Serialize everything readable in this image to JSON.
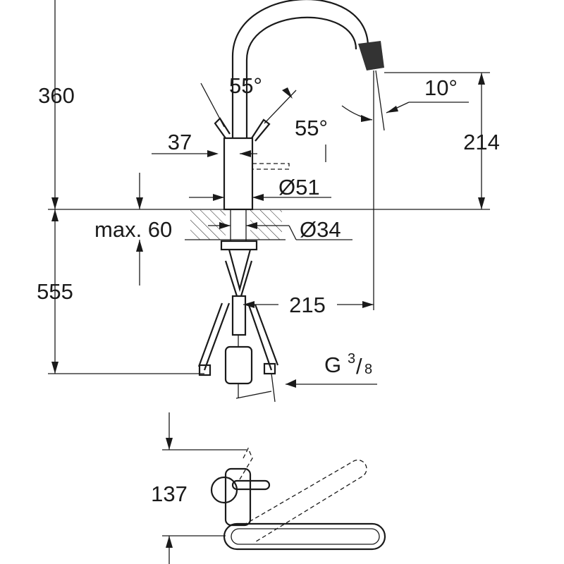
{
  "drawing": {
    "colors": {
      "line": "#1a1a1a",
      "background": "#ffffff",
      "nozzle": "#333333"
    },
    "dimensions": {
      "height_above_counter": "360",
      "lever_angle_back": "55°",
      "lever_angle_front": "55°",
      "spout_angle": "10°",
      "lever_offset": "37",
      "spout_outlet_height": "214",
      "body_diameter": "Ø51",
      "max_counter_thickness": "max. 60",
      "hole_diameter": "Ø34",
      "below_counter_length": "555",
      "spout_reach": "215",
      "connection_thread": "G",
      "thread_numerator": "3",
      "thread_denominator": "8",
      "plan_view_depth": "137"
    }
  }
}
